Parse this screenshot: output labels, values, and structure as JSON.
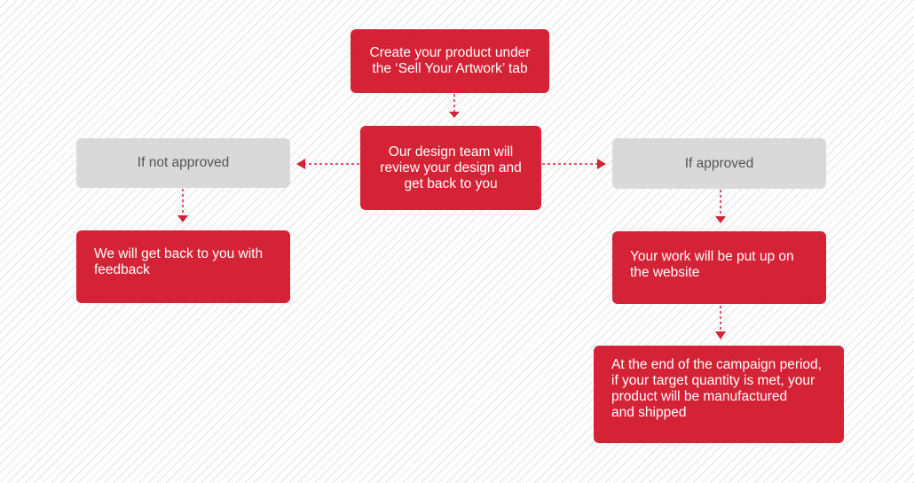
{
  "colors": {
    "accent_red": "#d42336",
    "neutral_grey": "#d9d9d9",
    "grey_text": "#555555",
    "white_text": "#ffffff"
  },
  "steps": {
    "create": "Create your product under\nthe ‘Sell Your Artwork’ tab",
    "review": "Our design team will\nreview your design and\nget back to you",
    "not_approved": "If not approved",
    "approved": "If approved",
    "feedback": "We will get back to you with\nfeedback",
    "website": "Your work will be put up on\nthe website",
    "final": "At the end of the campaign period,\nif your target quantity is met, your\nproduct will be manufactured\nand shipped"
  },
  "connections": [
    {
      "from": "create",
      "to": "review"
    },
    {
      "from": "review",
      "to": "not_approved"
    },
    {
      "from": "review",
      "to": "approved"
    },
    {
      "from": "not_approved",
      "to": "feedback"
    },
    {
      "from": "approved",
      "to": "website"
    },
    {
      "from": "website",
      "to": "final"
    }
  ]
}
